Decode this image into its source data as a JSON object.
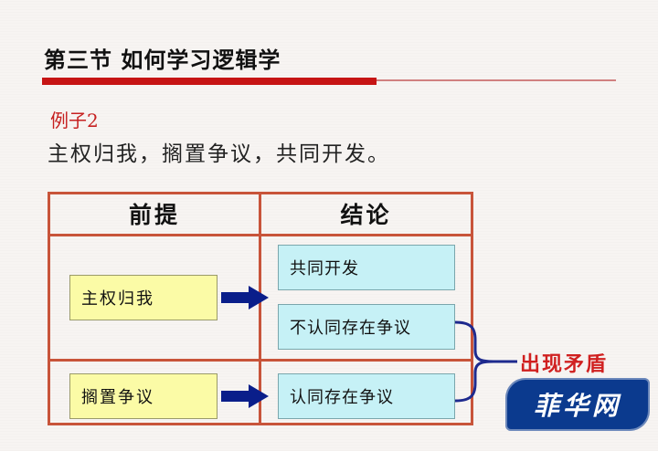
{
  "slide": {
    "title": "第三节  如何学习逻辑学",
    "example_label": "例子2",
    "statement": "主权归我，搁置争议，共同开发。"
  },
  "table": {
    "header_premise": "前提",
    "header_conclusion": "结论",
    "premises": [
      "主权归我",
      "搁置争议"
    ],
    "conclusions": [
      "共同开发",
      "不认同存在争议",
      "认同存在争议"
    ]
  },
  "annotation": {
    "contradiction": "出现矛盾"
  },
  "watermark": {
    "text": "菲华网"
  },
  "colors": {
    "accent_red": "#c61414",
    "table_border": "#c8543a",
    "premise_fill": "#fbfba6",
    "conclusion_fill": "#c6f1f6",
    "arrow_blue": "#0a1e8a",
    "watermark_bg": "#0b3a8e"
  },
  "icons": {
    "arrow": "right-arrow-icon",
    "brace": "brace-icon"
  }
}
